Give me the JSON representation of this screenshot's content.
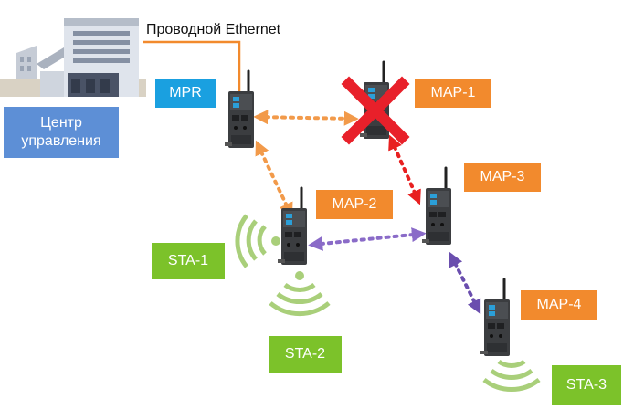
{
  "ethernet": {
    "label": "Проводной Ethernet"
  },
  "control_center": {
    "line1": "Центр",
    "line2": "управления"
  },
  "nodes": {
    "mpr": "MPR",
    "map1": "MAP-1",
    "map2": "MAP-2",
    "map3": "MAP-3",
    "map4": "MAP-4",
    "sta1": "STA-1",
    "sta2": "STA-2",
    "sta3": "STA-3"
  },
  "colors": {
    "mpr": "#1aa0e0",
    "map": "#f28a2d",
    "sta": "#7cc22a",
    "control_center": "#5d8fd6",
    "link_orange": "#f29a4a",
    "link_red": "#e82020",
    "link_purple": "#8a6bc8",
    "wifi": "#a9cf7a",
    "failure_mark": "#e8202a"
  },
  "icons": {
    "factory": "factory-building-icon",
    "device": "wireless-access-point-icon",
    "failure": "cross-mark-icon",
    "wifi": "wifi-waves-icon"
  }
}
